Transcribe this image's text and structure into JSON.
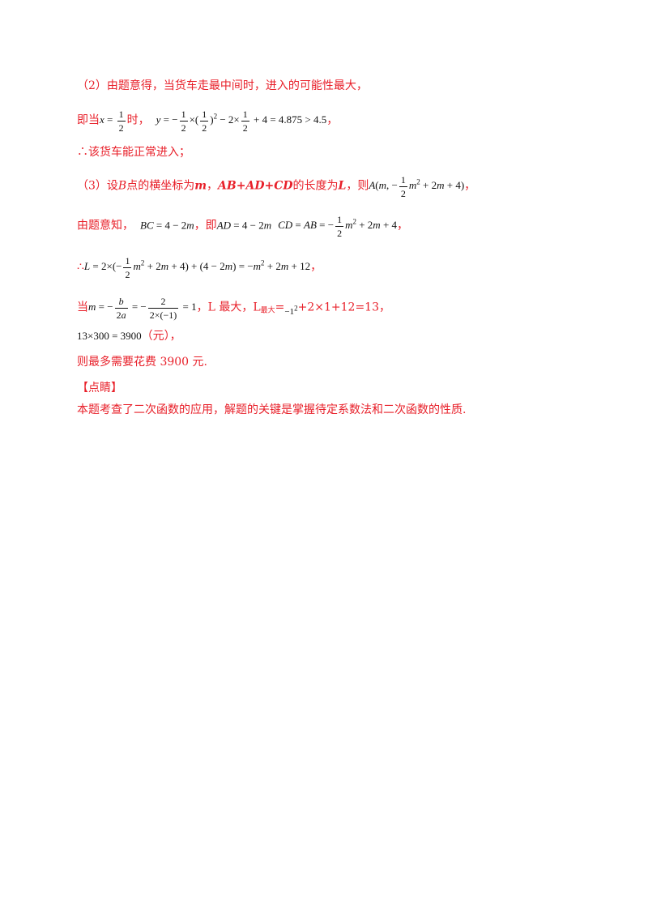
{
  "lines": {
    "l1": "（2）由题意得，当货车走最中间时，进入的可能性最大，",
    "l2_prefix": "即当",
    "l2_mid": "时，",
    "l2_end": "，",
    "l3": "∴该货车能正常进入；",
    "l4_a": "（3）设",
    "l4_b": "B",
    "l4_c": "点的横坐标为",
    "l4_d": "m",
    "l4_e": "，",
    "l4_f": "AB+AD+CD",
    "l4_g": "的长度为",
    "l4_h": "L",
    "l4_i": "，则",
    "l4_end": "，",
    "l5_a": "由题意知，",
    "l5_b": "，即",
    "l5_end": "，",
    "l6_a": "∴",
    "l6_end": "，",
    "l7_a": "当",
    "l7_b": "，L 最大，L",
    "l7_sub": "最大",
    "l7_c": "=",
    "l7_d": "+2×1+12=13，",
    "l8_a": "13×300 = 3900",
    "l8_b": "（元），",
    "l9": "则最多需要花费 3900 元.",
    "l10": "【点睛】",
    "l11": "本题考查了二次函数的应用，解题的关键是掌握待定系数法和二次函数的性质."
  }
}
